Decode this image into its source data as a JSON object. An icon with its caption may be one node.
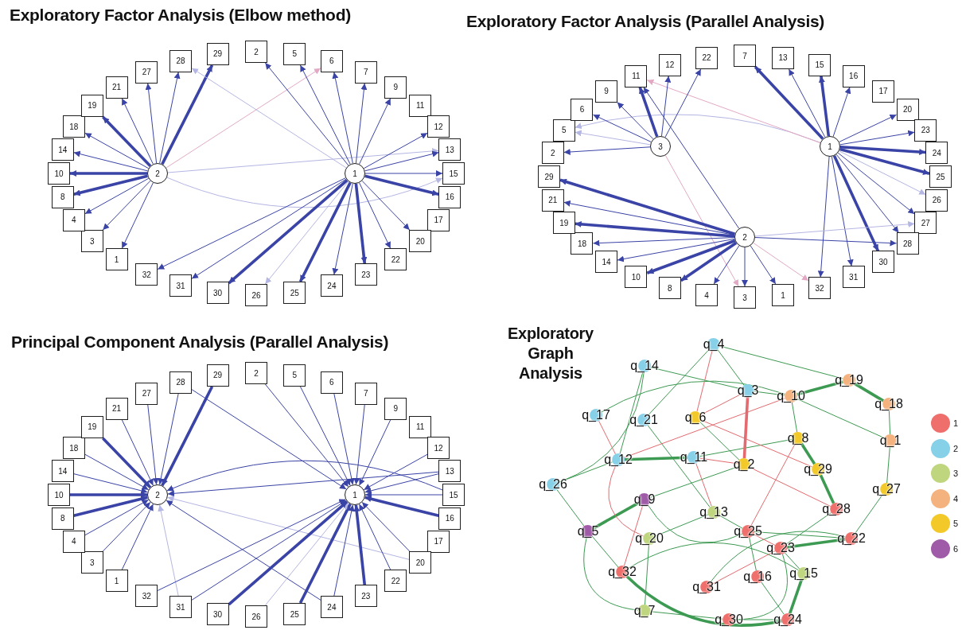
{
  "diagram": {
    "nodes": [
      {
        "text": [
          "2"
        ]
      },
      {
        "text": [
          "5"
        ]
      },
      {
        "text": [
          "6"
        ]
      },
      {
        "text": [
          "7"
        ]
      },
      {
        "text": [
          "9"
        ]
      },
      {
        "text": [
          "11"
        ]
      },
      {
        "text": [
          "12"
        ]
      },
      {
        "text": [
          "13"
        ]
      },
      {
        "text": [
          "15"
        ]
      },
      {
        "text": [
          "16"
        ]
      },
      {
        "text": [
          "17"
        ]
      },
      {
        "text": [
          "20"
        ]
      },
      {
        "text": [
          "22"
        ]
      },
      {
        "text": [
          "23"
        ]
      },
      {
        "text": [
          "24"
        ]
      },
      {
        "text": [
          "25"
        ]
      },
      {
        "text": [
          "26"
        ]
      },
      {
        "text": [
          "30"
        ]
      },
      {
        "text": [
          "31"
        ]
      },
      {
        "text": [
          "32"
        ]
      },
      {
        "text": [
          "1"
        ]
      },
      {
        "text": [
          "3"
        ]
      },
      {
        "text": [
          "4"
        ]
      },
      {
        "text": [
          "8"
        ]
      },
      {
        "text": [
          "10"
        ]
      },
      {
        "text": [
          "14"
        ]
      },
      {
        "text": [
          "18"
        ]
      },
      {
        "text": [
          "19"
        ]
      },
      {
        "text": [
          "21"
        ]
      },
      {
        "text": [
          "27"
        ]
      },
      {
        "text": [
          "28"
        ]
      },
      {
        "text": [
          "29"
        ]
      },
      {
        "text": [
          "2"
        ]
      },
      {
        "text": [
          "1"
        ]
      },
      {
        "text": [
          "7"
        ]
      },
      {
        "text": [
          "13"
        ]
      },
      {
        "text": [
          "15"
        ]
      },
      {
        "text": [
          "16"
        ]
      },
      {
        "text": [
          "17"
        ]
      },
      {
        "text": [
          "20"
        ]
      },
      {
        "text": [
          "23"
        ]
      },
      {
        "text": [
          "24"
        ]
      },
      {
        "text": [
          "25"
        ]
      },
      {
        "text": [
          "26"
        ]
      },
      {
        "text": [
          "27"
        ]
      },
      {
        "text": [
          "28"
        ]
      },
      {
        "text": [
          "30"
        ]
      },
      {
        "text": [
          "31"
        ]
      },
      {
        "text": [
          "32"
        ]
      },
      {
        "text": [
          "1"
        ]
      },
      {
        "text": [
          "3"
        ]
      },
      {
        "text": [
          "4"
        ]
      },
      {
        "text": [
          "8"
        ]
      },
      {
        "text": [
          "10"
        ]
      },
      {
        "text": [
          "14"
        ]
      },
      {
        "text": [
          "18"
        ]
      },
      {
        "text": [
          "19"
        ]
      },
      {
        "text": [
          "21"
        ]
      },
      {
        "text": [
          "29"
        ]
      },
      {
        "text": [
          "2"
        ]
      },
      {
        "text": [
          "5"
        ]
      },
      {
        "text": [
          "6"
        ]
      },
      {
        "text": [
          "9"
        ]
      },
      {
        "text": [
          "11"
        ]
      },
      {
        "text": [
          "12"
        ]
      },
      {
        "text": [
          "22"
        ]
      },
      {
        "text": [
          "3"
        ]
      },
      {
        "text": [
          "1"
        ]
      },
      {
        "text": [
          "2"
        ]
      },
      {
        "text": [
          "2"
        ]
      },
      {
        "text": [
          "5"
        ]
      },
      {
        "text": [
          "6"
        ]
      },
      {
        "text": [
          "7"
        ]
      },
      {
        "text": [
          "9"
        ]
      },
      {
        "text": [
          "11"
        ]
      },
      {
        "text": [
          "12"
        ]
      },
      {
        "text": [
          "13"
        ]
      },
      {
        "text": [
          "15"
        ]
      },
      {
        "text": [
          "16"
        ]
      },
      {
        "text": [
          "17"
        ]
      },
      {
        "text": [
          "20"
        ]
      },
      {
        "text": [
          "22"
        ]
      },
      {
        "text": [
          "23"
        ]
      },
      {
        "text": [
          "24"
        ]
      },
      {
        "text": [
          "25"
        ]
      },
      {
        "text": [
          "26"
        ]
      },
      {
        "text": [
          "30"
        ]
      },
      {
        "text": [
          "31"
        ]
      },
      {
        "text": [
          "32"
        ]
      },
      {
        "text": [
          "1"
        ]
      },
      {
        "text": [
          "3"
        ]
      },
      {
        "text": [
          "4"
        ]
      },
      {
        "text": [
          "8"
        ]
      },
      {
        "text": [
          "10"
        ]
      },
      {
        "text": [
          "14"
        ]
      },
      {
        "text": [
          "18"
        ]
      },
      {
        "text": [
          "19"
        ]
      },
      {
        "text": [
          "21"
        ]
      },
      {
        "text": [
          "27"
        ]
      },
      {
        "text": [
          "28"
        ]
      },
      {
        "text": [
          "29"
        ]
      },
      {
        "text": [
          "2"
        ]
      },
      {
        "text": [
          "1"
        ]
      },
      {
        "text": [
          "q_4"
        ]
      },
      {
        "text": [
          "q_14"
        ]
      },
      {
        "text": [
          "q_19"
        ]
      },
      {
        "text": [
          "q_3"
        ]
      },
      {
        "text": [
          "q_10"
        ]
      },
      {
        "text": [
          "q_18"
        ]
      },
      {
        "text": [
          "q_17"
        ]
      },
      {
        "text": [
          "q_6"
        ]
      },
      {
        "text": [
          "q_21"
        ]
      },
      {
        "text": [
          "q_8"
        ]
      },
      {
        "text": [
          "q_1"
        ]
      },
      {
        "text": [
          "q_11"
        ]
      },
      {
        "text": [
          "q_12"
        ]
      },
      {
        "text": [
          "q_2"
        ]
      },
      {
        "text": [
          "q_29"
        ]
      },
      {
        "text": [
          "q_26"
        ]
      },
      {
        "text": [
          "q_27"
        ]
      },
      {
        "text": [
          "q_9"
        ]
      },
      {
        "text": [
          "q_28"
        ]
      },
      {
        "text": [
          "q_13"
        ]
      },
      {
        "text": [
          "q_25"
        ]
      },
      {
        "text": [
          "q_5"
        ]
      },
      {
        "text": [
          "q_22"
        ]
      },
      {
        "text": [
          "q_20"
        ]
      },
      {
        "text": [
          "q_23"
        ]
      },
      {
        "text": [
          "q_32"
        ]
      },
      {
        "text": [
          "q_15"
        ]
      },
      {
        "text": [
          "q_16"
        ]
      },
      {
        "text": [
          "q_31"
        ]
      },
      {
        "text": [
          "q_7"
        ]
      },
      {
        "text": [
          "q_30"
        ]
      },
      {
        "text": [
          "q_24"
        ]
      }
    ],
    "edges": [
      {
        "from": 32,
        "to": 31,
        "arrow": "to",
        "style": "thick"
      },
      {
        "from": 32,
        "to": 30,
        "arrow": "to"
      },
      {
        "from": 32,
        "to": 29,
        "arrow": "to"
      },
      {
        "from": 32,
        "to": 28,
        "arrow": "to"
      },
      {
        "from": 32,
        "to": 27,
        "arrow": "to",
        "style": "thick"
      },
      {
        "from": 32,
        "to": 26,
        "arrow": "to"
      },
      {
        "from": 32,
        "to": 25,
        "arrow": "to"
      },
      {
        "from": 32,
        "to": 24,
        "arrow": "to",
        "style": "thick"
      },
      {
        "from": 32,
        "to": 23,
        "arrow": "to",
        "style": "thick"
      },
      {
        "from": 32,
        "to": 22,
        "arrow": "to"
      },
      {
        "from": 32,
        "to": 21,
        "arrow": "to"
      },
      {
        "from": 32,
        "to": 20,
        "arrow": "to"
      },
      {
        "from": 32,
        "to": 7,
        "arrow": "to",
        "color": "#b4b6e3"
      },
      {
        "from": 32,
        "to": 2,
        "arrow": "to",
        "color": "#e3a9c4"
      },
      {
        "from": 32,
        "to": 8,
        "arrow": "to",
        "color": "#b4b6e3"
      },
      {
        "from": 33,
        "to": 0,
        "arrow": "to"
      },
      {
        "from": 33,
        "to": 1,
        "arrow": "to"
      },
      {
        "from": 33,
        "to": 2,
        "arrow": "to"
      },
      {
        "from": 33,
        "to": 3,
        "arrow": "to"
      },
      {
        "from": 33,
        "to": 4,
        "arrow": "to"
      },
      {
        "from": 33,
        "to": 6,
        "arrow": "to"
      },
      {
        "from": 33,
        "to": 7,
        "arrow": "to"
      },
      {
        "from": 33,
        "to": 8,
        "arrow": "to"
      },
      {
        "from": 33,
        "to": 9,
        "arrow": "to",
        "style": "thick"
      },
      {
        "from": 33,
        "to": 11,
        "arrow": "to"
      },
      {
        "from": 33,
        "to": 12,
        "arrow": "to"
      },
      {
        "from": 33,
        "to": 13,
        "arrow": "to",
        "style": "thick"
      },
      {
        "from": 33,
        "to": 14,
        "arrow": "to"
      },
      {
        "from": 33,
        "to": 15,
        "arrow": "to",
        "style": "thick"
      },
      {
        "from": 33,
        "to": 16,
        "arrow": "to",
        "color": "#b4b6e3"
      },
      {
        "from": 33,
        "to": 17,
        "arrow": "to",
        "style": "thick"
      },
      {
        "from": 33,
        "to": 18,
        "arrow": "to"
      },
      {
        "from": 33,
        "to": 19,
        "arrow": "to"
      },
      {
        "from": 33,
        "to": 30,
        "arrow": "to",
        "color": "#b4b6e3"
      },
      {
        "from": 67,
        "to": 34,
        "arrow": "to",
        "style": "thick"
      },
      {
        "from": 67,
        "to": 35,
        "arrow": "to"
      },
      {
        "from": 67,
        "to": 36,
        "arrow": "to",
        "style": "thick"
      },
      {
        "from": 67,
        "to": 37,
        "arrow": "to"
      },
      {
        "from": 67,
        "to": 39,
        "arrow": "to"
      },
      {
        "from": 67,
        "to": 40,
        "arrow": "to"
      },
      {
        "from": 67,
        "to": 41,
        "arrow": "to",
        "style": "thick"
      },
      {
        "from": 67,
        "to": 42,
        "arrow": "to",
        "style": "thick"
      },
      {
        "from": 67,
        "to": 43,
        "arrow": "to",
        "color": "#b4b6e3"
      },
      {
        "from": 67,
        "to": 44,
        "arrow": "to"
      },
      {
        "from": 67,
        "to": 45,
        "arrow": "to"
      },
      {
        "from": 67,
        "to": 46,
        "arrow": "to",
        "style": "thick"
      },
      {
        "from": 67,
        "to": 47,
        "arrow": "to"
      },
      {
        "from": 67,
        "to": 48,
        "arrow": "to"
      },
      {
        "from": 67,
        "to": 60,
        "arrow": "to",
        "color": "#b4b6e3"
      },
      {
        "from": 67,
        "to": 63,
        "arrow": "to",
        "color": "#e3a9c4"
      },
      {
        "from": 66,
        "to": 63,
        "arrow": "to",
        "style": "thick"
      },
      {
        "from": 66,
        "to": 64,
        "arrow": "to"
      },
      {
        "from": 66,
        "to": 65,
        "arrow": "to"
      },
      {
        "from": 66,
        "to": 62,
        "arrow": "to"
      },
      {
        "from": 66,
        "to": 61,
        "arrow": "to"
      },
      {
        "from": 66,
        "to": 60,
        "arrow": "to",
        "color": "#b4b6e3"
      },
      {
        "from": 66,
        "to": 59,
        "arrow": "to"
      },
      {
        "from": 66,
        "to": 50,
        "arrow": "to",
        "color": "#e3a9c4"
      },
      {
        "from": 68,
        "to": 58,
        "arrow": "to",
        "style": "thick"
      },
      {
        "from": 68,
        "to": 57,
        "arrow": "to"
      },
      {
        "from": 68,
        "to": 56,
        "arrow": "to",
        "style": "thick"
      },
      {
        "from": 68,
        "to": 55,
        "arrow": "to"
      },
      {
        "from": 68,
        "to": 54,
        "arrow": "to"
      },
      {
        "from": 68,
        "to": 53,
        "arrow": "to",
        "style": "thick"
      },
      {
        "from": 68,
        "to": 52,
        "arrow": "to",
        "style": "thick"
      },
      {
        "from": 68,
        "to": 51,
        "arrow": "to"
      },
      {
        "from": 68,
        "to": 50,
        "arrow": "to"
      },
      {
        "from": 68,
        "to": 49,
        "arrow": "to"
      },
      {
        "from": 68,
        "to": 48,
        "arrow": "to",
        "color": "#e3a9c4"
      },
      {
        "from": 68,
        "to": 44,
        "arrow": "to",
        "color": "#b4b6e3"
      },
      {
        "from": 68,
        "to": 45,
        "arrow": "to"
      },
      {
        "from": 68,
        "to": 63,
        "arrow": "to"
      },
      {
        "from": 100,
        "to": 101,
        "arrow": "to",
        "style": "thick"
      },
      {
        "from": 99,
        "to": 101,
        "arrow": "to"
      },
      {
        "from": 98,
        "to": 101,
        "arrow": "to"
      },
      {
        "from": 97,
        "to": 101,
        "arrow": "to"
      },
      {
        "from": 96,
        "to": 101,
        "arrow": "to",
        "style": "thick"
      },
      {
        "from": 95,
        "to": 101,
        "arrow": "to"
      },
      {
        "from": 94,
        "to": 101,
        "arrow": "to"
      },
      {
        "from": 93,
        "to": 101,
        "arrow": "to",
        "style": "thick"
      },
      {
        "from": 92,
        "to": 101,
        "arrow": "to",
        "style": "thick"
      },
      {
        "from": 91,
        "to": 101,
        "arrow": "to"
      },
      {
        "from": 90,
        "to": 101,
        "arrow": "to"
      },
      {
        "from": 89,
        "to": 101,
        "arrow": "to"
      },
      {
        "from": 87,
        "to": 101,
        "arrow": "to",
        "color": "#b4b6e3"
      },
      {
        "from": 83,
        "to": 101,
        "arrow": "to"
      },
      {
        "from": 76,
        "to": 101,
        "arrow": "to"
      },
      {
        "from": 80,
        "to": 101,
        "arrow": "to",
        "color": "#b4b6e3"
      },
      {
        "from": 77,
        "to": 101,
        "arrow": "to"
      },
      {
        "from": 69,
        "to": 102,
        "arrow": "to"
      },
      {
        "from": 70,
        "to": 102,
        "arrow": "to"
      },
      {
        "from": 71,
        "to": 102,
        "arrow": "to"
      },
      {
        "from": 72,
        "to": 102,
        "arrow": "to"
      },
      {
        "from": 73,
        "to": 102,
        "arrow": "to"
      },
      {
        "from": 75,
        "to": 102,
        "arrow": "to"
      },
      {
        "from": 76,
        "to": 102,
        "arrow": "to"
      },
      {
        "from": 77,
        "to": 102,
        "arrow": "to"
      },
      {
        "from": 78,
        "to": 102,
        "arrow": "to",
        "style": "thick"
      },
      {
        "from": 80,
        "to": 102,
        "arrow": "to"
      },
      {
        "from": 81,
        "to": 102,
        "arrow": "to"
      },
      {
        "from": 82,
        "to": 102,
        "arrow": "to",
        "style": "thick"
      },
      {
        "from": 83,
        "to": 102,
        "arrow": "to"
      },
      {
        "from": 84,
        "to": 102,
        "arrow": "to",
        "style": "thick"
      },
      {
        "from": 85,
        "to": 102,
        "arrow": "to",
        "color": "#b4b6e3"
      },
      {
        "from": 86,
        "to": 102,
        "arrow": "to",
        "style": "thick"
      },
      {
        "from": 87,
        "to": 102,
        "arrow": "to"
      },
      {
        "from": 88,
        "to": 102,
        "arrow": "to"
      },
      {
        "from": 99,
        "to": 102,
        "arrow": "to"
      },
      {
        "from": 105,
        "to": 108,
        "arrow": "none",
        "style": "thick",
        "color": "#3d9a52"
      },
      {
        "from": 120,
        "to": 124,
        "arrow": "none",
        "style": "thick",
        "color": "#3d9a52"
      },
      {
        "from": 115,
        "to": 114,
        "arrow": "none",
        "style": "thick",
        "color": "#3d9a52"
      },
      {
        "from": 114,
        "to": 112,
        "arrow": "none",
        "color": "#3d9a52"
      },
      {
        "from": 112,
        "to": 117,
        "arrow": "none",
        "style": "thick",
        "color": "#3d9a52"
      },
      {
        "from": 117,
        "to": 121,
        "arrow": "none",
        "style": "thick",
        "color": "#3d9a52"
      },
      {
        "from": 107,
        "to": 112,
        "arrow": "none",
        "color": "#3d9a52"
      },
      {
        "from": 107,
        "to": 113,
        "arrow": "none",
        "color": "#3d9a52"
      },
      {
        "from": 103,
        "to": 106,
        "arrow": "none",
        "color": "#3d9a52"
      },
      {
        "from": 104,
        "to": 106,
        "arrow": "none",
        "color": "#3d9a52"
      },
      {
        "from": 106,
        "to": 107,
        "arrow": "none",
        "color": "#3d9a52"
      },
      {
        "from": 107,
        "to": 105,
        "arrow": "none",
        "style": "thick",
        "color": "#3d9a52"
      },
      {
        "from": 103,
        "to": 105,
        "arrow": "none",
        "color": "#3d9a52"
      },
      {
        "from": 104,
        "to": 118,
        "arrow": "none",
        "color": "#3d9a52"
      },
      {
        "from": 109,
        "to": 107,
        "arrow": "none",
        "color": "#3d9a52"
      },
      {
        "from": 118,
        "to": 115,
        "arrow": "none",
        "color": "#3d9a52"
      },
      {
        "from": 111,
        "to": 122,
        "arrow": "none",
        "color": "#3d9a52"
      },
      {
        "from": 110,
        "to": 116,
        "arrow": "none",
        "color": "#3d9a52"
      },
      {
        "from": 116,
        "to": 120,
        "arrow": "none",
        "color": "#3d9a52"
      },
      {
        "from": 120,
        "to": 123,
        "arrow": "none",
        "color": "#3d9a52"
      },
      {
        "from": 122,
        "to": 123,
        "arrow": "none",
        "color": "#3d9a52"
      },
      {
        "from": 123,
        "to": 125,
        "arrow": "none",
        "color": "#3d9a52"
      },
      {
        "from": 127,
        "to": 125,
        "arrow": "none",
        "style": "thick",
        "color": "#3d9a52"
      },
      {
        "from": 127,
        "to": 121,
        "arrow": "none",
        "color": "#3d9a52"
      },
      {
        "from": 127,
        "to": 129,
        "arrow": "none",
        "color": "#3d9a52"
      },
      {
        "from": 129,
        "to": 134,
        "arrow": "none",
        "style": "thick",
        "color": "#3d9a52"
      },
      {
        "from": 133,
        "to": 134,
        "arrow": "none",
        "color": "#3d9a52"
      },
      {
        "from": 128,
        "to": 134,
        "arrow": "none",
        "style": "thick",
        "color": "#3d9a52"
      },
      {
        "from": 124,
        "to": 128,
        "arrow": "none",
        "color": "#3d9a52"
      },
      {
        "from": 124,
        "to": 132,
        "arrow": "none",
        "color": "#3d9a52"
      },
      {
        "from": 132,
        "to": 133,
        "arrow": "none",
        "color": "#3d9a52"
      },
      {
        "from": 133,
        "to": 127,
        "arrow": "none",
        "color": "#3d9a52"
      },
      {
        "from": 123,
        "to": 130,
        "arrow": "none",
        "color": "#3d9a52"
      },
      {
        "from": 130,
        "to": 134,
        "arrow": "none",
        "color": "#3d9a52"
      },
      {
        "from": 131,
        "to": 125,
        "arrow": "none",
        "color": "#3d9a52"
      },
      {
        "from": 126,
        "to": 122,
        "arrow": "none",
        "color": "#3d9a52"
      },
      {
        "from": 128,
        "to": 129,
        "arrow": "none",
        "color": "#3d9a52"
      },
      {
        "from": 108,
        "to": 113,
        "arrow": "none",
        "color": "#3d9a52"
      },
      {
        "from": 113,
        "to": 119,
        "arrow": "none",
        "color": "#3d9a52"
      },
      {
        "from": 119,
        "to": 125,
        "arrow": "none",
        "color": "#3d9a52"
      },
      {
        "from": 118,
        "to": 124,
        "arrow": "none",
        "color": "#3d9a52"
      },
      {
        "from": 103,
        "to": 111,
        "arrow": "none",
        "color": "#3d9a52"
      },
      {
        "from": 104,
        "to": 115,
        "arrow": "none",
        "color": "#3d9a52"
      },
      {
        "from": 126,
        "to": 132,
        "arrow": "none",
        "color": "#3d9a52"
      },
      {
        "from": 106,
        "to": 116,
        "arrow": "none",
        "style": "thick",
        "color": "#e36a6f"
      },
      {
        "from": 106,
        "to": 110,
        "arrow": "none",
        "color": "#e36a6f"
      },
      {
        "from": 107,
        "to": 115,
        "arrow": "none",
        "color": "#e36a6f"
      },
      {
        "from": 110,
        "to": 117,
        "arrow": "none",
        "color": "#e36a6f"
      },
      {
        "from": 116,
        "to": 121,
        "arrow": "none",
        "color": "#e36a6f"
      },
      {
        "from": 112,
        "to": 123,
        "arrow": "none",
        "color": "#e36a6f"
      },
      {
        "from": 114,
        "to": 122,
        "arrow": "none",
        "color": "#e36a6f"
      },
      {
        "from": 109,
        "to": 115,
        "arrow": "none",
        "color": "#e36a6f"
      },
      {
        "from": 115,
        "to": 126,
        "arrow": "none",
        "color": "#e36a6f"
      },
      {
        "from": 123,
        "to": 127,
        "arrow": "none",
        "color": "#e36a6f"
      },
      {
        "from": 131,
        "to": 127,
        "arrow": "none",
        "color": "#e36a6f"
      },
      {
        "from": 103,
        "to": 110,
        "arrow": "none",
        "color": "#e36a6f"
      },
      {
        "from": 114,
        "to": 116,
        "arrow": "none",
        "color": "#e36a6f"
      },
      {
        "from": 120,
        "to": 128,
        "arrow": "none",
        "color": "#e36a6f"
      }
    ],
    "labels": [
      "Exploratory Factor Analysis (Elbow method)",
      "Exploratory Factor Analysis (Parallel Analysis)",
      "Principal Component Analysis (Parallel Analysis)",
      "Exploratory Graph Analysis"
    ],
    "legend": [
      {
        "text": "1",
        "color": "#ee6f6b"
      },
      {
        "text": "2",
        "color": "#86d0e8"
      },
      {
        "text": "3",
        "color": "#bfd67f"
      },
      {
        "text": "4",
        "color": "#f4b27f"
      },
      {
        "text": "5",
        "color": "#f2c928"
      },
      {
        "text": "6",
        "color": "#a05ba8"
      }
    ]
  }
}
